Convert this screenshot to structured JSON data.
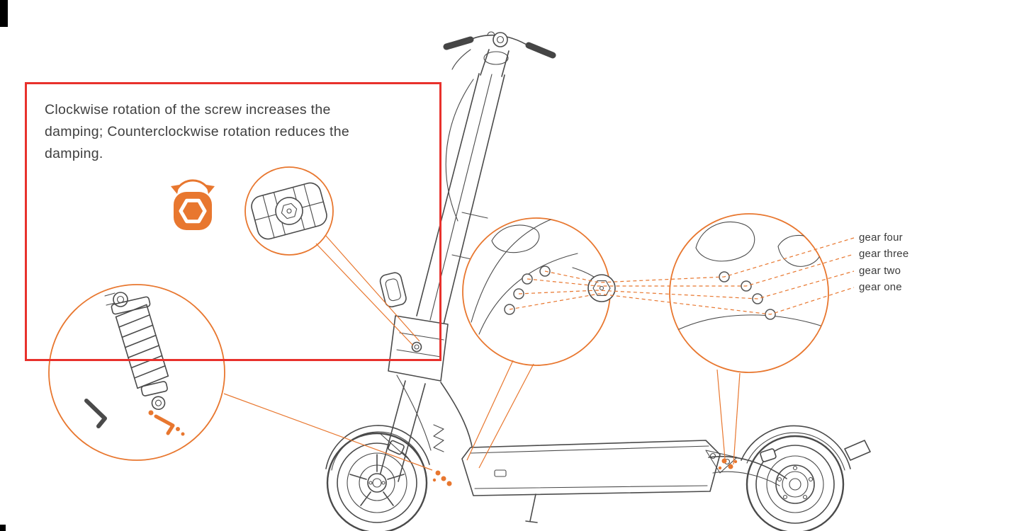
{
  "colors": {
    "accent": "#E8772F",
    "box-red": "#E8312C",
    "ink": "#3F3F3F",
    "line": "#4A4A4A"
  },
  "callout": {
    "text": "Clockwise rotation of the screw increases the damping; Counterclockwise rotation reduces the damping."
  },
  "labels": {
    "gear_labels": [
      "gear four",
      "gear three",
      "gear two",
      "gear one"
    ]
  },
  "icons": {
    "rotation": "rotation-arrows-icon",
    "hex_socket": "hex-socket-icon",
    "screw_detail": "damping-screw-detail",
    "shock": "shock-absorber-detail"
  }
}
